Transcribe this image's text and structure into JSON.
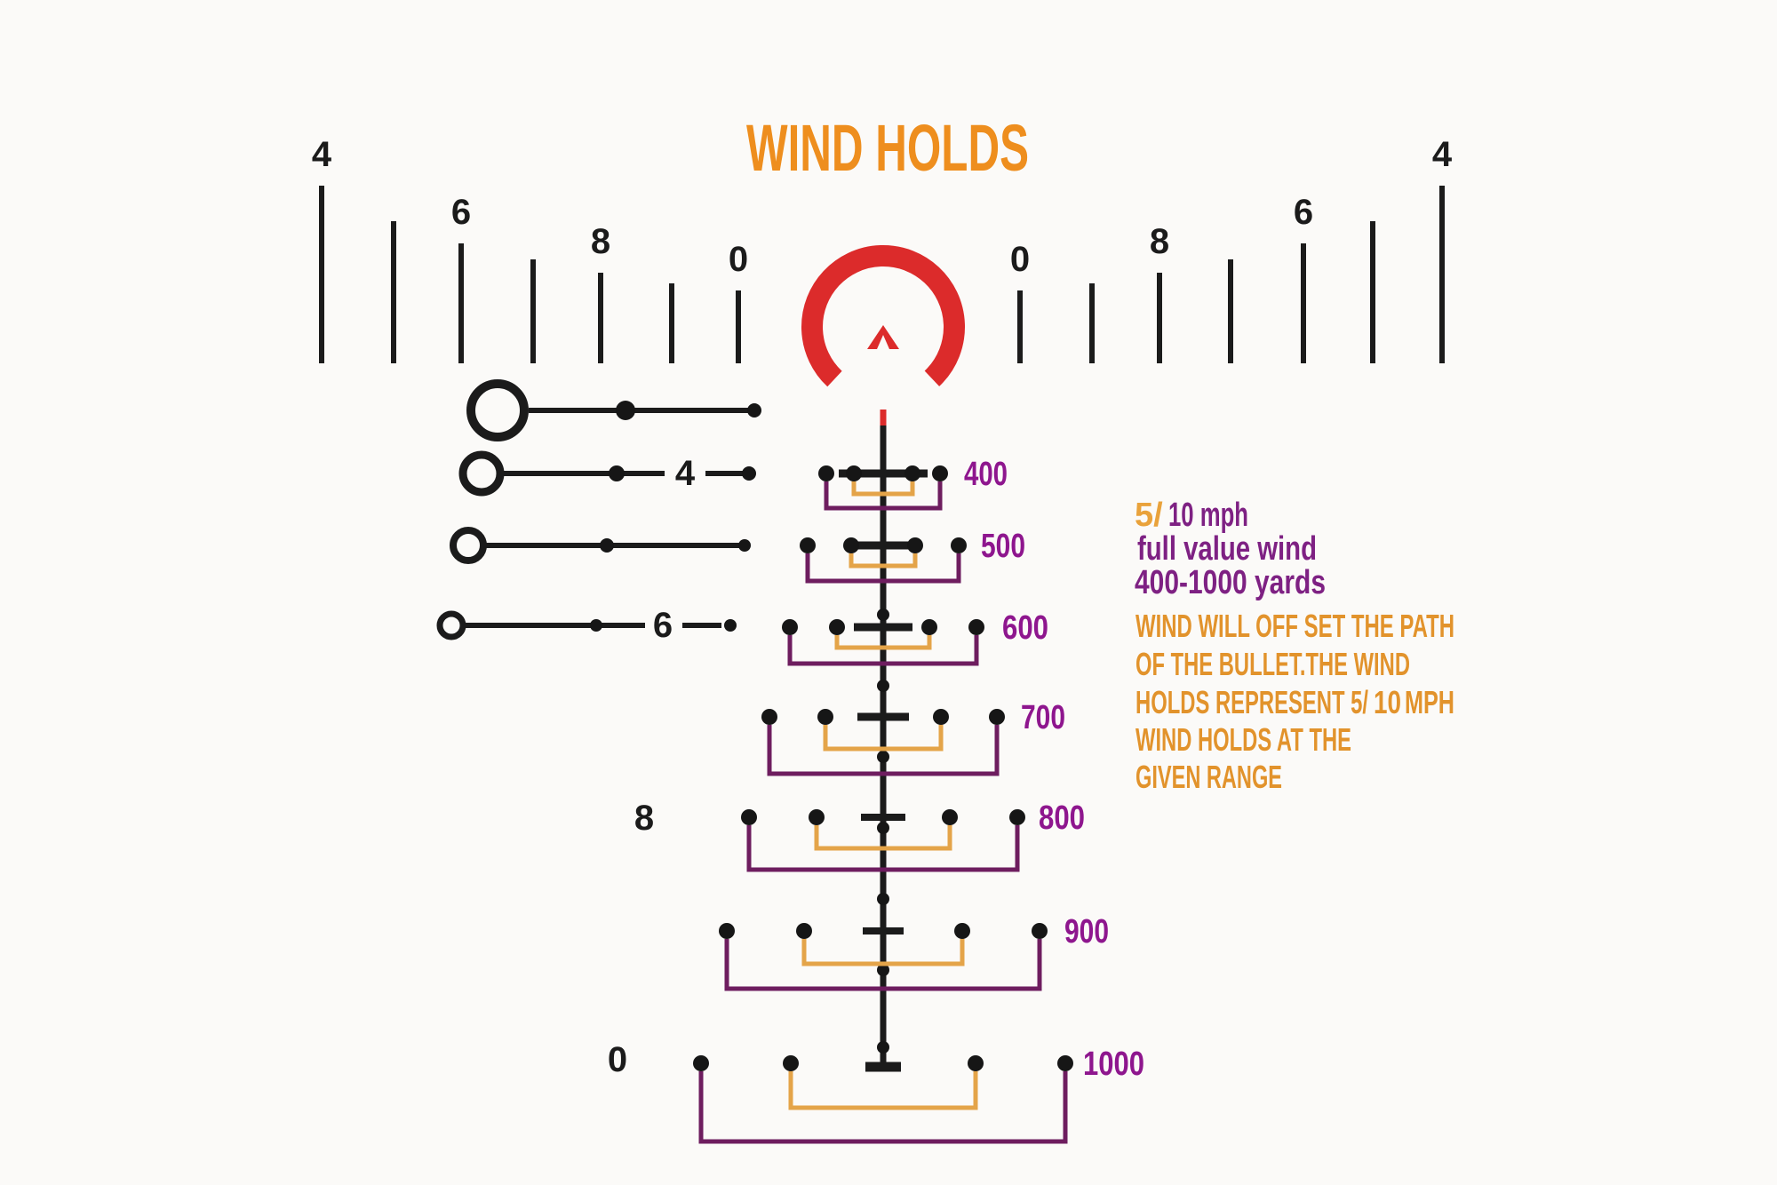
{
  "title": {
    "text": "WIND HOLDS"
  },
  "colors": {
    "background": "#fbfaf8",
    "reticle_black": "#1b1b1b",
    "horseshoe_red": "#dc2b2b",
    "title_orange": "#ee8e1e",
    "note_orange": "#e2932c",
    "bracket_orange": "#e4a449",
    "range_label_purple": "#8e168e",
    "bracket_purple": "#6e1d5f",
    "note_purple": "#7e2183"
  },
  "wind_scale": {
    "left_labels": [
      "4",
      "6",
      "8",
      "0"
    ],
    "right_labels": [
      "0",
      "8",
      "6",
      "4"
    ]
  },
  "holds": {
    "ranges": [
      "400",
      "500",
      "600",
      "700",
      "800",
      "900",
      "1000"
    ]
  },
  "ranging": {
    "row2_label": "4",
    "row4_label": "6"
  },
  "drops": {
    "d800": "8",
    "d1000": "0"
  },
  "wind_note": {
    "prefix": "5/",
    "line1_rest": "10 mph",
    "line2": "full value wind",
    "line3": "400-1000 yards"
  },
  "path_note": {
    "line1": "WIND WILL OFF SET THE PATH",
    "line2": "OF THE BULLET.THE WIND",
    "line3_pre": "HOLDS REPRESENT 5/",
    "line3_mid": "10",
    "line3_post": "MPH",
    "line4": "WIND HOLDS AT THE",
    "line5": "GIVEN RANGE"
  }
}
